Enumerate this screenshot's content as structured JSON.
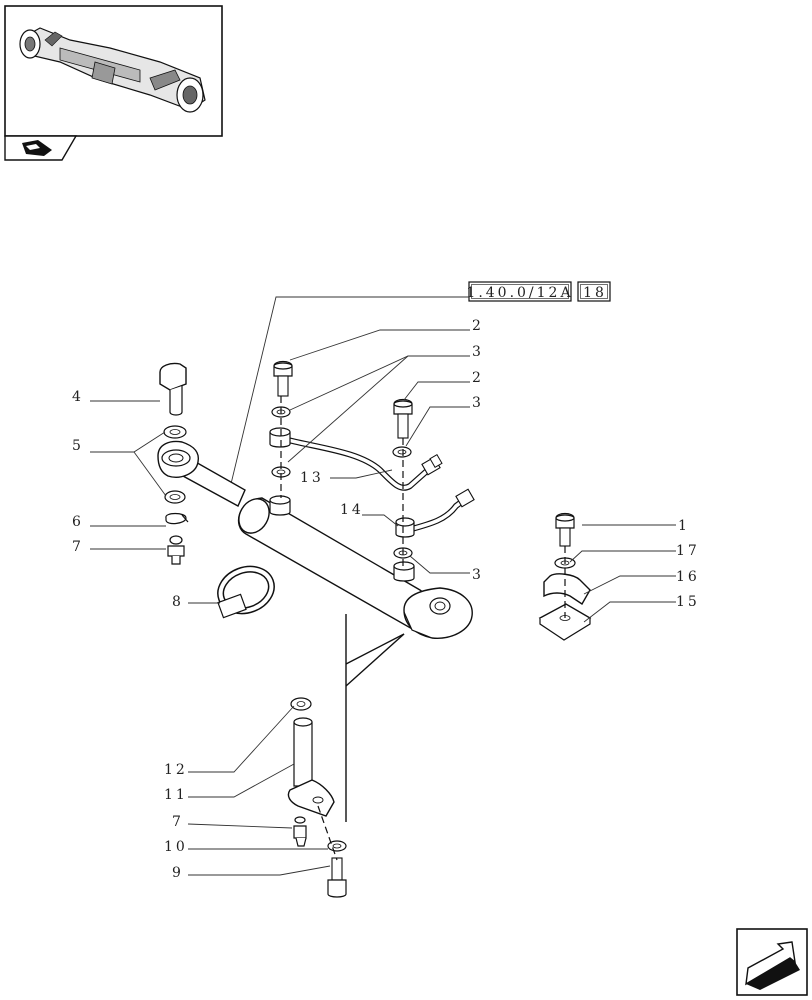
{
  "reference": {
    "code": "1.40.0/12A",
    "page": "18"
  },
  "callouts": [
    {
      "id": "c-1",
      "text": "1"
    },
    {
      "id": "c-17",
      "text": "17"
    },
    {
      "id": "c-16",
      "text": "16"
    },
    {
      "id": "c-15",
      "text": "15"
    },
    {
      "id": "c-2a",
      "text": "2"
    },
    {
      "id": "c-3a",
      "text": "3"
    },
    {
      "id": "c-2b",
      "text": "2"
    },
    {
      "id": "c-3b",
      "text": "3"
    },
    {
      "id": "c-3c",
      "text": "3"
    },
    {
      "id": "c-4",
      "text": "4"
    },
    {
      "id": "c-5",
      "text": "5"
    },
    {
      "id": "c-6",
      "text": "6"
    },
    {
      "id": "c-7a",
      "text": "7"
    },
    {
      "id": "c-8",
      "text": "8"
    },
    {
      "id": "c-13",
      "text": "13"
    },
    {
      "id": "c-14",
      "text": "14"
    },
    {
      "id": "c-12",
      "text": "12"
    },
    {
      "id": "c-11",
      "text": "11"
    },
    {
      "id": "c-7b",
      "text": "7"
    },
    {
      "id": "c-10",
      "text": "10"
    },
    {
      "id": "c-9",
      "text": "9"
    }
  ],
  "icons": {
    "thumbnail": "front-axle-thumbnail-icon",
    "nav_book": "book-navigation-icon",
    "next_page": "next-page-arrow-icon"
  }
}
